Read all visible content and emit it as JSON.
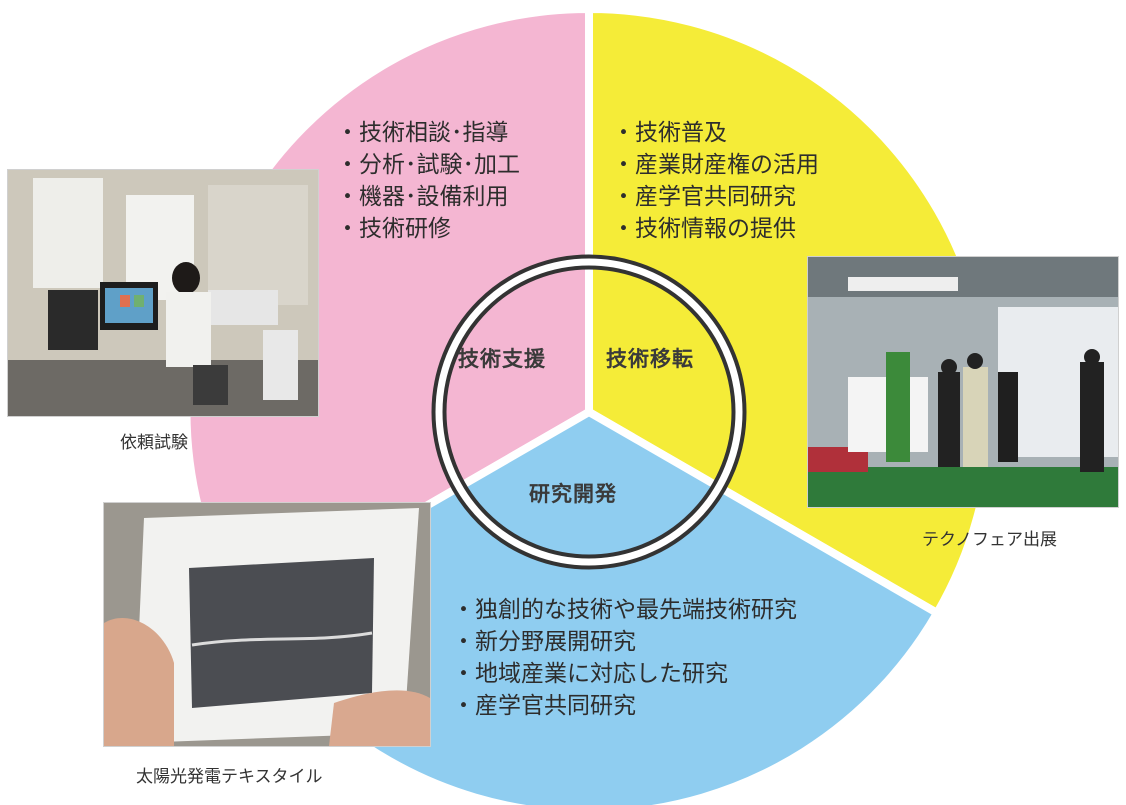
{
  "segments": {
    "support": {
      "label": "技術支援",
      "color": "#f4b6d2",
      "items": [
        "技術相談･指導",
        "分析･試験･加工",
        "機器･設備利用",
        "技術研修"
      ]
    },
    "transfer": {
      "label": "技術移転",
      "color": "#f5ec38",
      "items": [
        "技術普及",
        "産業財産権の活用",
        "産学官共同研究",
        "技術情報の提供"
      ]
    },
    "research": {
      "label": "研究開発",
      "color": "#8fcdf0",
      "items": [
        "独創的な技術や最先端技術研究",
        "新分野展開研究",
        "地域産業に対応した研究",
        "産学官共同研究"
      ]
    }
  },
  "photos": {
    "lab": {
      "caption": "依頼試験"
    },
    "fair": {
      "caption": "テクノフェア出展"
    },
    "textile": {
      "caption": "太陽光発電テキスタイル"
    }
  }
}
